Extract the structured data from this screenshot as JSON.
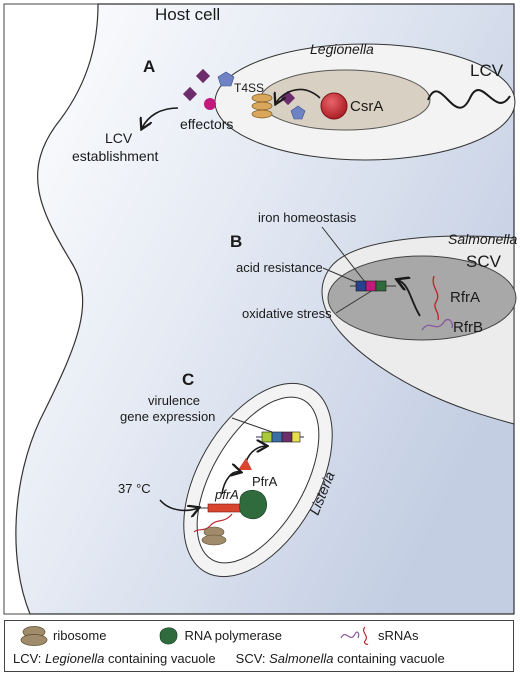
{
  "host": {
    "title": "Host cell"
  },
  "panels": {
    "a": {
      "letter": "A",
      "bacterium": "Legionella",
      "vacuole": "LCV",
      "protein": "CsrA",
      "secretion": "T4SS",
      "effectors": "effectors",
      "outcome_line1": "LCV",
      "outcome_line2": "establishment"
    },
    "b": {
      "letter": "B",
      "bacterium": "Salmonella",
      "vacuole": "SCV",
      "label_iron": "iron homeostasis",
      "label_acid": "acid resistance",
      "label_oxidative": "oxidative stress",
      "srna1": "RfrA",
      "srna2": "RfrB"
    },
    "c": {
      "letter": "C",
      "bacterium": "Listeria",
      "label_line1": "virulence",
      "label_line2": "gene expression",
      "protein": "PfrA",
      "gene": "pfrA",
      "temperature": "37 °C"
    }
  },
  "legend": {
    "ribosome": "ribosome",
    "rna_polymerase": "RNA polymerase",
    "srnas": "sRNAs",
    "lcv_abbr": "LCV:",
    "lcv_genus": "Legionella",
    "lcv_rest": "containing vacuole",
    "scv_abbr": "SCV:",
    "scv_genus": "Salmonella",
    "scv_rest": "containing vacuole"
  },
  "colors": {
    "host_fill_top": "#ffffff",
    "host_fill_bottom": "#c9d3e6",
    "vacuole_fill": "#f0f0f0",
    "bacterium_fill": "#d9d2c4",
    "salmonella_fill": "#a9a9a9",
    "csra": "#c0282f",
    "rnap": "#2f6b3c",
    "ribosome": "#a08c6a",
    "effector_purple": "#6b2d6b",
    "effector_blue": "#6f83c4",
    "effector_magenta": "#c2197d",
    "srna_red": "#c0282f",
    "srna_purple": "#8b5a9c",
    "pfra_red": "#d9452f"
  }
}
